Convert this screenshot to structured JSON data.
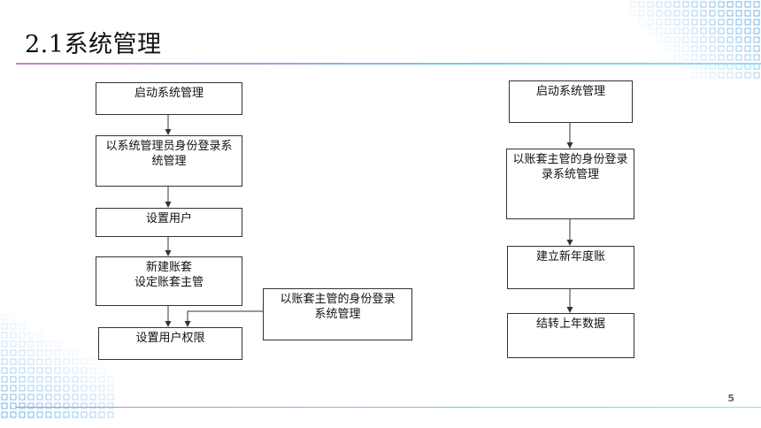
{
  "slide": {
    "title": "2.1系统管理",
    "page_number": "5"
  },
  "left_flow": {
    "step1": "启动系统管理",
    "step2": "以系统管理员身份登录系\n统管理",
    "step3": "设置用户",
    "step4": "新建账套\n设定账套主管",
    "step5": "设置用户权限",
    "side_step": "以账套主管的身份登录\n系统管理"
  },
  "right_flow": {
    "step1": "启动系统管理",
    "step2": "以账套主管的身份登录\n录系统管理",
    "step3": "建立新年度账",
    "step4": "结转上年数据"
  },
  "colors": {
    "deco_blue": "#5aa9e6",
    "deco_light": "#cfe6f7"
  }
}
